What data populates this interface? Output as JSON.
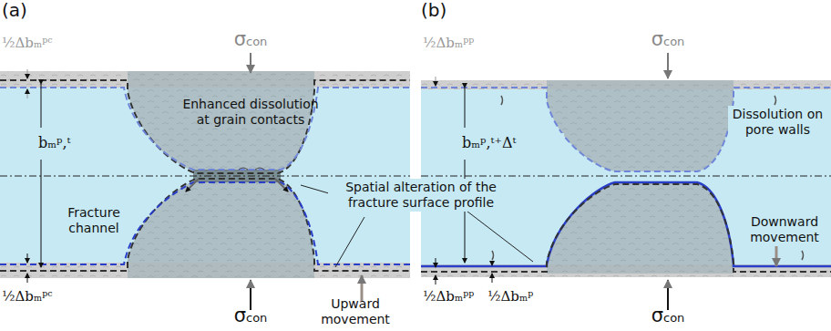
{
  "diagram": {
    "labels": [
      "(a)",
      "½Δbₘᵖᶜ",
      "σcon",
      "bₘᵖ,ᵗ",
      "Enhanced dissolution at grain contacts",
      "Fracture channel",
      "Spatial alteration of the fracture surface profile",
      "½Δbₘᵖᶜ",
      "σcon",
      "Upward movement",
      "(b)",
      "½Δbₘᵖᵖ",
      "σcon",
      "bₘᵖ,ᵗ⁺Δᵗ",
      "Dissolution on pore walls",
      "Downward movement",
      "½Δbₘᵖᵖ",
      "½Δbₘᵖ",
      "σcon"
    ]
  }
}
